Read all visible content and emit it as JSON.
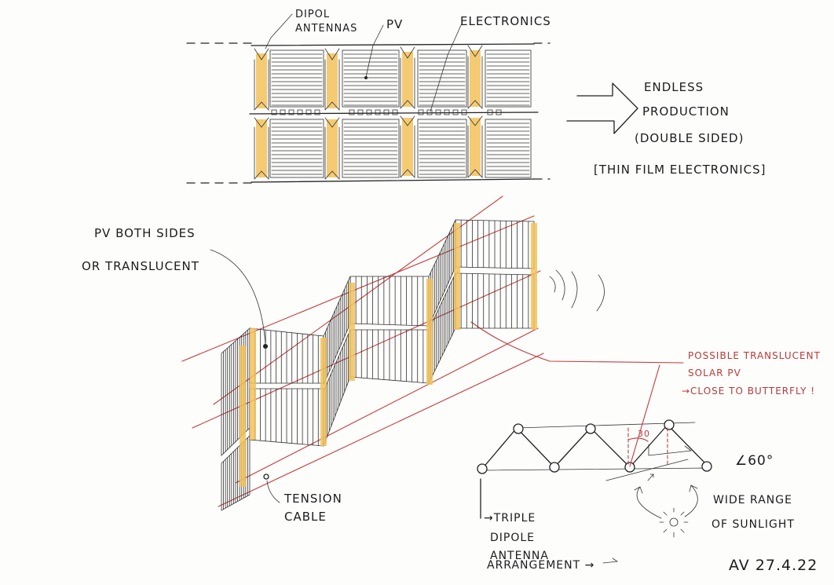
{
  "labels": {
    "dipol_antennas": [
      "DIPOL",
      "ANTENNAS"
    ],
    "pv": "PV",
    "electronics": "ELECTRONICS",
    "endless_production": [
      "ENDLESS",
      "PRODUCTION",
      "(DOUBLE SIDED)"
    ],
    "thin_film": "[THIN FILM ELECTRONICS]",
    "pv_both_sides": [
      "PV BOTH SIDES",
      "OR TRANSLUCENT"
    ],
    "tension_cable": [
      "TENSION",
      "CABLE"
    ],
    "possible_translucent": [
      "POSSIBLE TRANSLUCENT",
      "SOLAR PV",
      "→CLOSE TO BUTTERFLY !"
    ],
    "angle_30": "30",
    "angle_60": "∠60°",
    "triple_dipole": [
      "→TRIPLE",
      "DIPOLE",
      "ANTENNA",
      "ARRANGEMENT →"
    ],
    "wide_range": [
      "WIDE RANGE",
      "OF SUNLIGHT"
    ],
    "signature": "AV 27.4.22"
  },
  "colors": {
    "ink": "#222222",
    "red_pencil": "#c23b3b",
    "yellow_marker": "#f2c25a"
  }
}
